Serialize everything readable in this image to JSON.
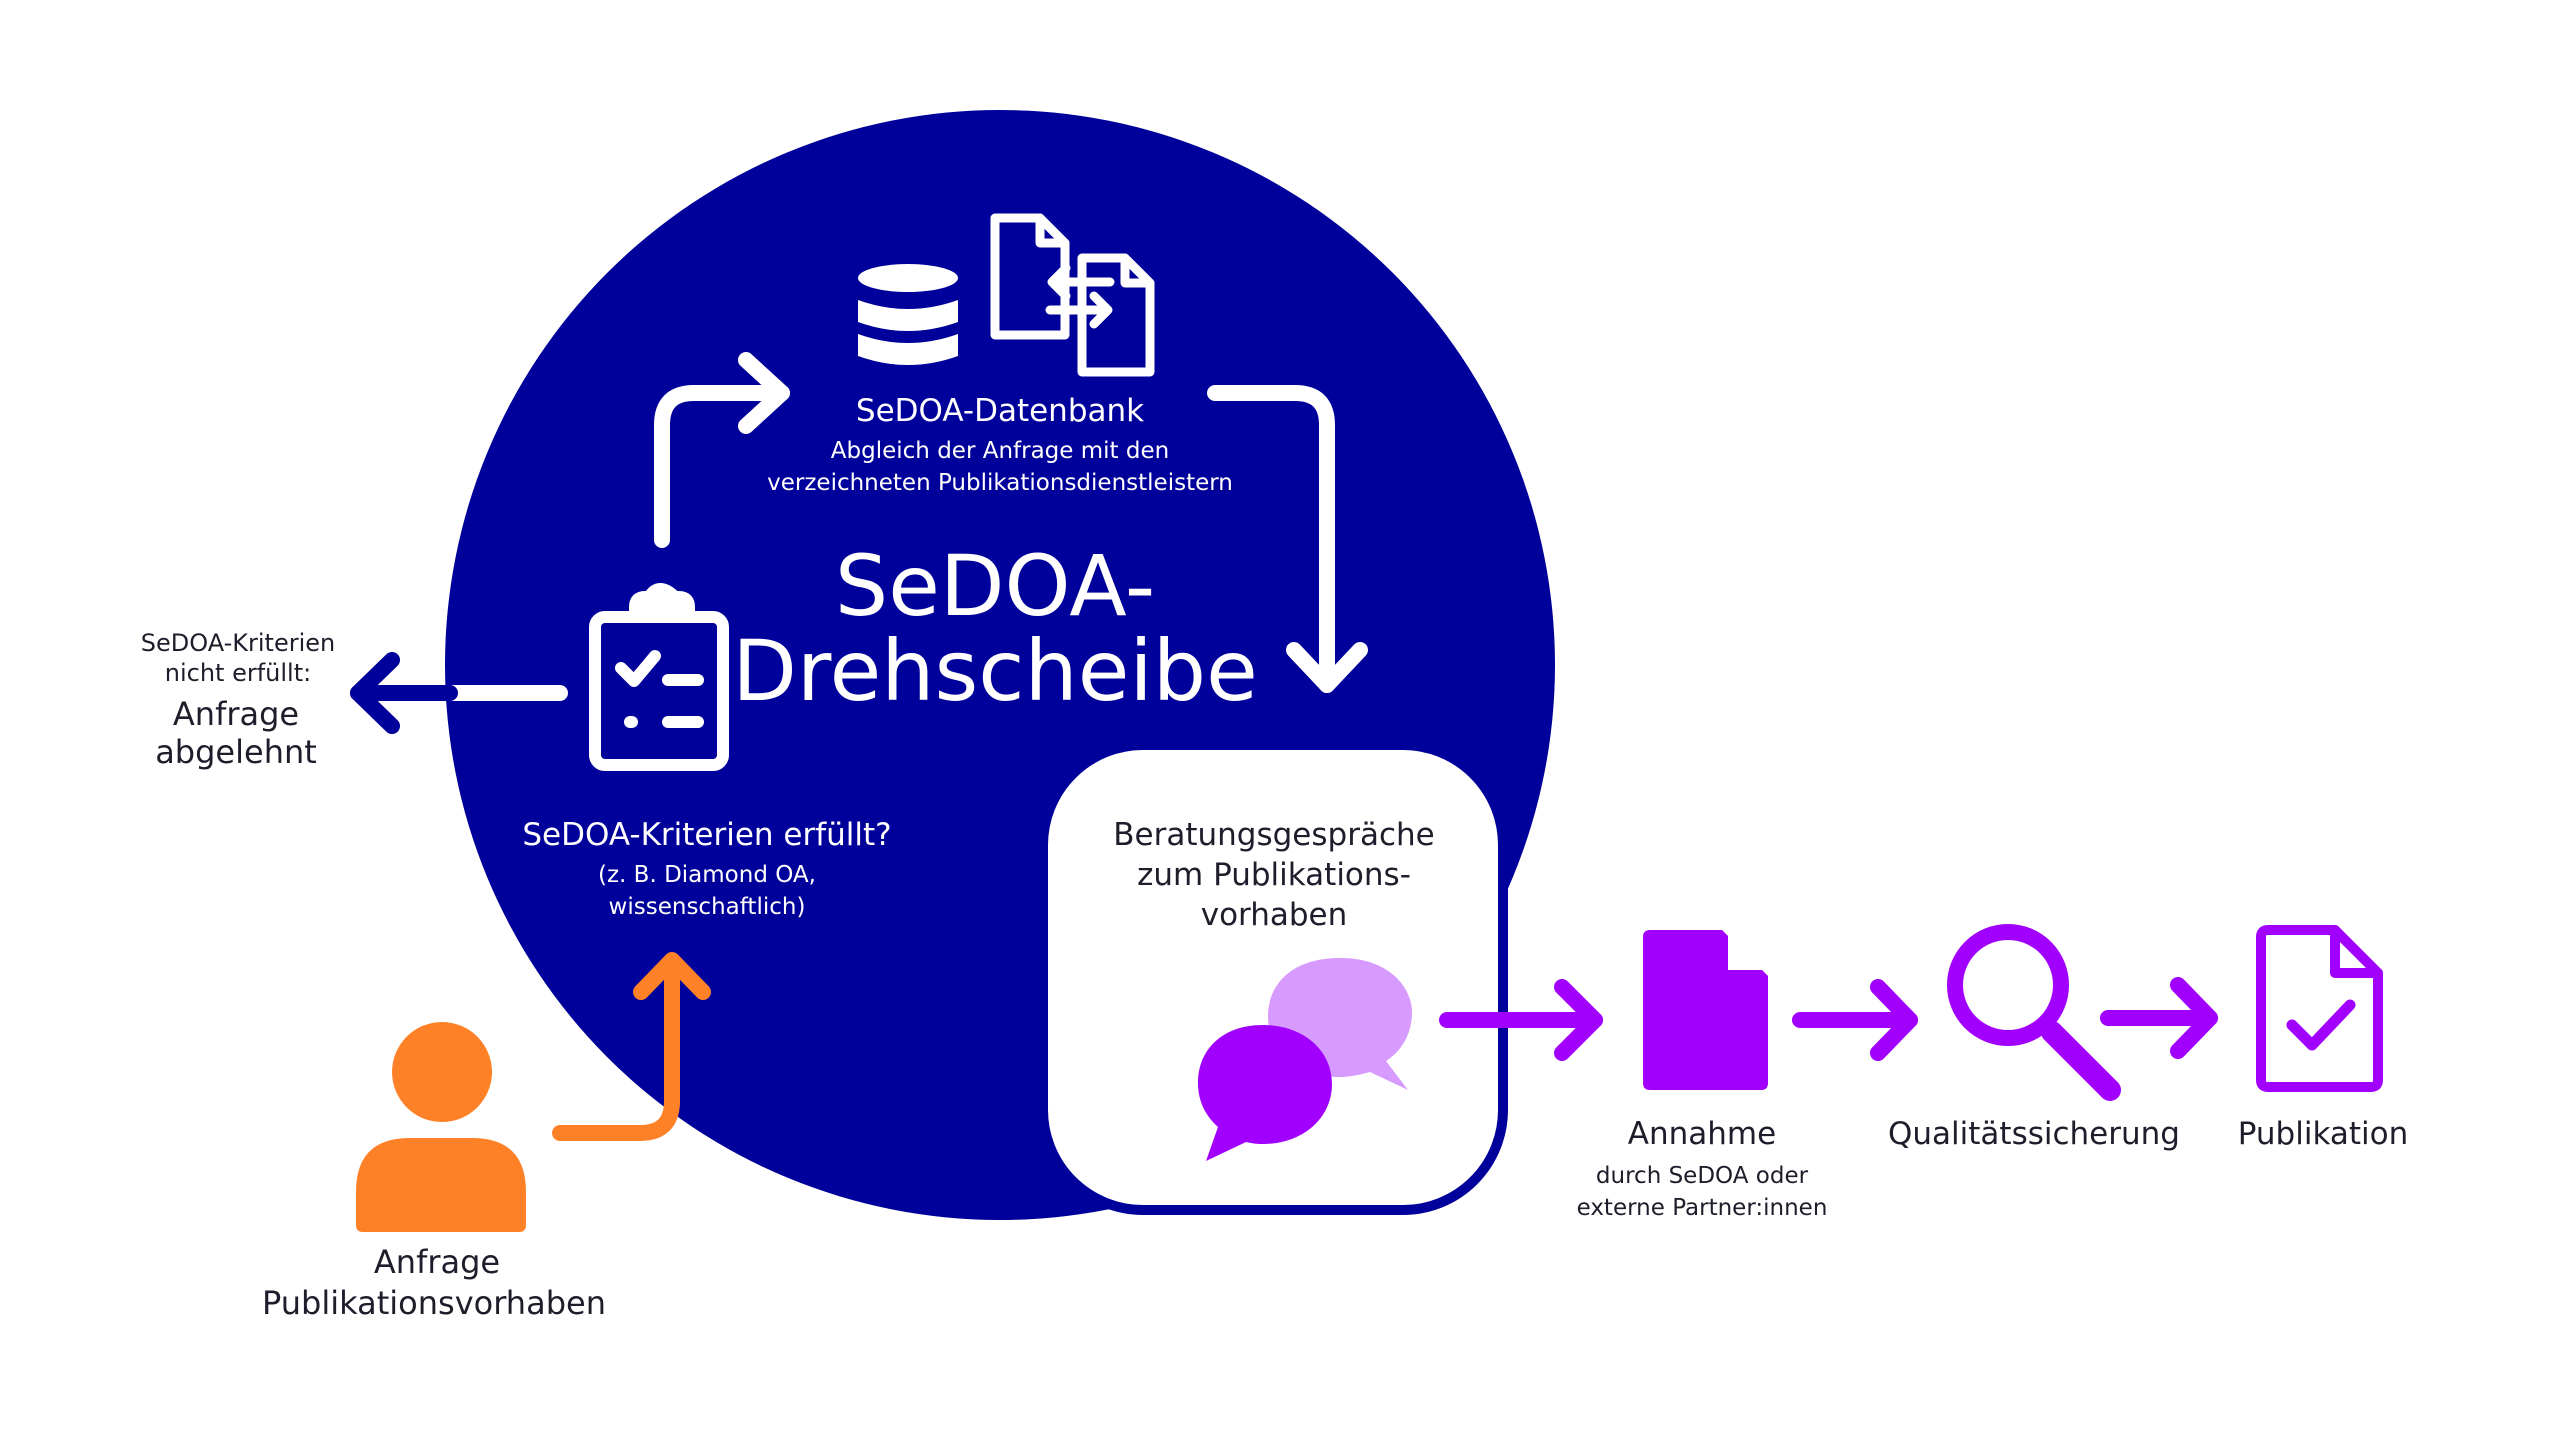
{
  "colors": {
    "navy": "#00009a",
    "white": "#ffffff",
    "orange": "#ff8127",
    "purple": "#a100ff",
    "light_purple": "#d79aff",
    "dark_text": "#1d1d2b"
  },
  "icons": {
    "database": "database-icon",
    "documents": "document-exchange-icon",
    "checklist": "clipboard-checklist-icon",
    "person": "person-icon",
    "chat": "chat-bubbles-icon",
    "document": "document-icon",
    "magnifier": "magnifier-icon",
    "publication": "document-check-icon"
  },
  "hub": {
    "title_line1": "SeDOA-",
    "title_line2": "Drehscheibe"
  },
  "database": {
    "title": "SeDOA-Datenbank",
    "desc_line1": "Abgleich der Anfrage mit den",
    "desc_line2": "verzeichneten Publikationsdienstleistern"
  },
  "criteria": {
    "title": "SeDOA-Kriterien erfüllt?",
    "sub_line1": "(z. B. Diamond OA,",
    "sub_line2": "wissenschaftlich)"
  },
  "rejected": {
    "line1": "SeDOA-Kriterien",
    "line2": "nicht erfüllt:",
    "line3": "Anfrage",
    "line4": "abgelehnt"
  },
  "request": {
    "line1": "Anfrage",
    "line2": "Publikationsvorhaben"
  },
  "consultation": {
    "line1": "Beratungsgespräche",
    "line2": "zum Publikations-",
    "line3": "vorhaben"
  },
  "acceptance": {
    "title": "Annahme",
    "sub_line1": "durch SeDOA oder",
    "sub_line2": "externe Partner:innen"
  },
  "quality": {
    "title": "Qualitätssicherung"
  },
  "publication": {
    "title": "Publikation"
  }
}
